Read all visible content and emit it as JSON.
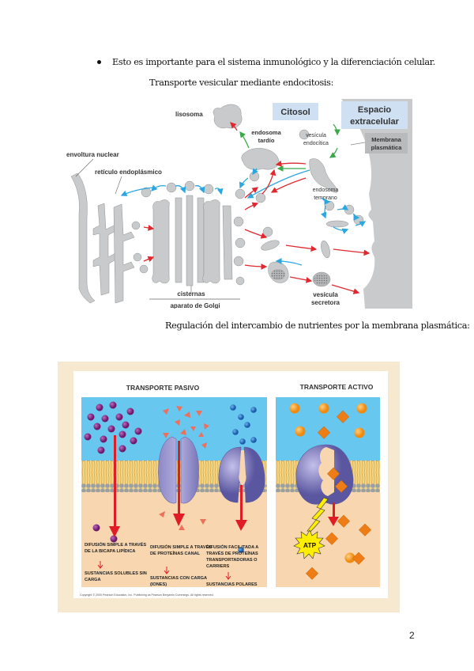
{
  "page": {
    "bullet_text": "Esto es importante para el sistema inmunológico y la diferenciación celular.",
    "caption_endocytosis": "Transporte vesicular mediante endocitosis:",
    "caption_membrane": "Regulación del intercambio de nutrientes por la membrana plasmática:",
    "page_number": "2"
  },
  "figure_endocytosis": {
    "labels": {
      "lisosoma": "lisosoma",
      "citosol": "Citosol",
      "espacio_1": "Espacio",
      "espacio_2": "extracelular",
      "membrana_1": "Membrana",
      "membrana_2": "plasmática",
      "endosoma_tardio_1": "endosoma",
      "endosoma_tardio_2": "tardío",
      "vesicula_endocitica_1": "vesícula",
      "vesicula_endocitica_2": "endocítica",
      "envoltura_nuclear": "envoltura nuclear",
      "reticulo": "retículo endoplásmico",
      "endosoma_temprano_1": "endosoma",
      "endosoma_temprano_2": "temprano",
      "cisternas": "cisternas",
      "golgi": "aparato de Golgi",
      "vesicula_secretora_1": "vesícula",
      "vesicula_secretora_2": "secretora"
    },
    "colors": {
      "organelle": "#c8cacb",
      "organelle_stroke": "#8e9092",
      "arrow_red": "#e0282e",
      "arrow_blue": "#2aa6e0",
      "arrow_green": "#3aa94a",
      "label_box_blue": "#cfe0f3",
      "label_box_gray": "#c4c6c8",
      "extracellular": "#c8cacb"
    }
  },
  "figure_transport": {
    "title_passive": "TRANSPORTE PASIVO",
    "title_active": "TRANSPORTE ACTIVO",
    "atp_label": "ATP",
    "passive_columns": [
      {
        "mechanism": "DIFUSIÓN SIMPLE A TRAVÉS DE LA BICAPA LIPÍDICA",
        "substances": "SUSTANCIAS SOLUBLES SIN CARGA"
      },
      {
        "mechanism": "DIFUSIÓN SIMPLE A TRAVÉS DE PROTEÍNAS CANAL",
        "substances": "SUSTANCIAS CON CARGA (IONES)"
      },
      {
        "mechanism": "DIFUSIÓN FACILITADA A TRAVÉS DE PROTEÍNAS TRANSPORTADORAS O CARRIERS",
        "substances": "SUSTANCIAS POLARES"
      }
    ],
    "copyright": "Copyright © 2005 Pearson Education, Inc. Publishing as Pearson Benjamin Cummings. All rights reserved.",
    "colors": {
      "frame": "#f6e9cf",
      "extracellular": "#67c7ef",
      "cytoplasm": "#f8d7b0",
      "lipid_tail": "#e9b94a",
      "lipid_head": "#9a9fa3",
      "protein": "#a39fd0",
      "purple_particle": "#8a2a8a",
      "salmon_particle": "#ee6f5b",
      "blue_particle": "#2a7ed0",
      "orange_sphere": "#f5a030",
      "orange_diamond": "#ef7d16",
      "arrow": "#e01c24",
      "atp": "#ffee00"
    }
  }
}
